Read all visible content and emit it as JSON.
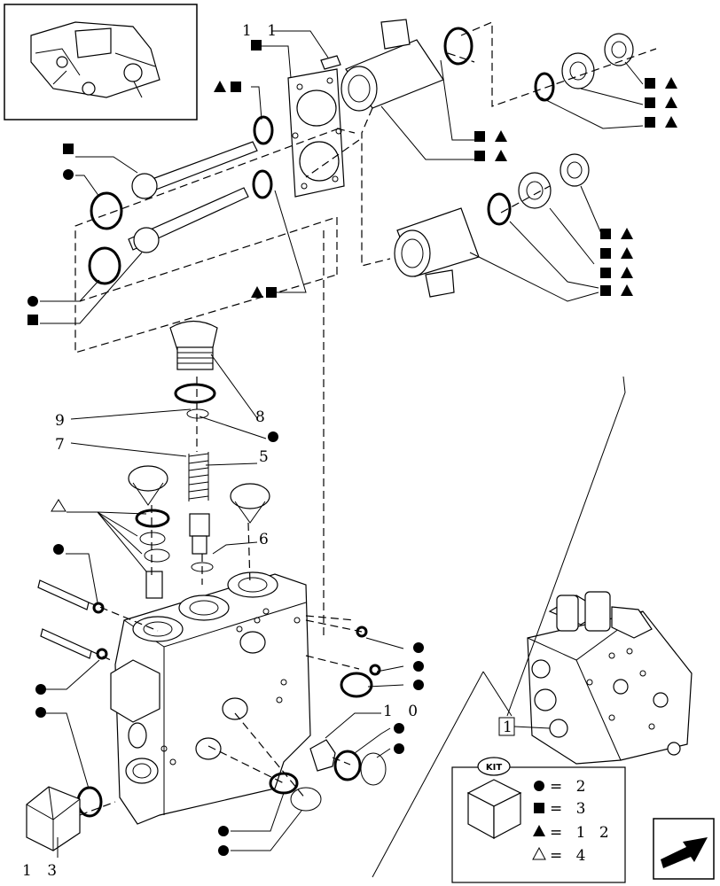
{
  "callouts": {
    "c1": "1",
    "c5": "5",
    "c6": "6",
    "c7": "7",
    "c8": "8",
    "c9": "9",
    "c10": "1 0",
    "c11": "1 1",
    "c13": "1 3"
  },
  "kit_legend": {
    "badge": "KIT",
    "rows": [
      {
        "symbol": "circle",
        "value": "= 2"
      },
      {
        "symbol": "square",
        "value": "= 3"
      },
      {
        "symbol": "triangle",
        "value": "= 1 2"
      },
      {
        "symbol": "triangle-outline",
        "value": "= 4"
      }
    ]
  },
  "icons": [
    "thumbnail-tractor-icon",
    "next-page-arrow-icon",
    "kit-box-icon"
  ]
}
